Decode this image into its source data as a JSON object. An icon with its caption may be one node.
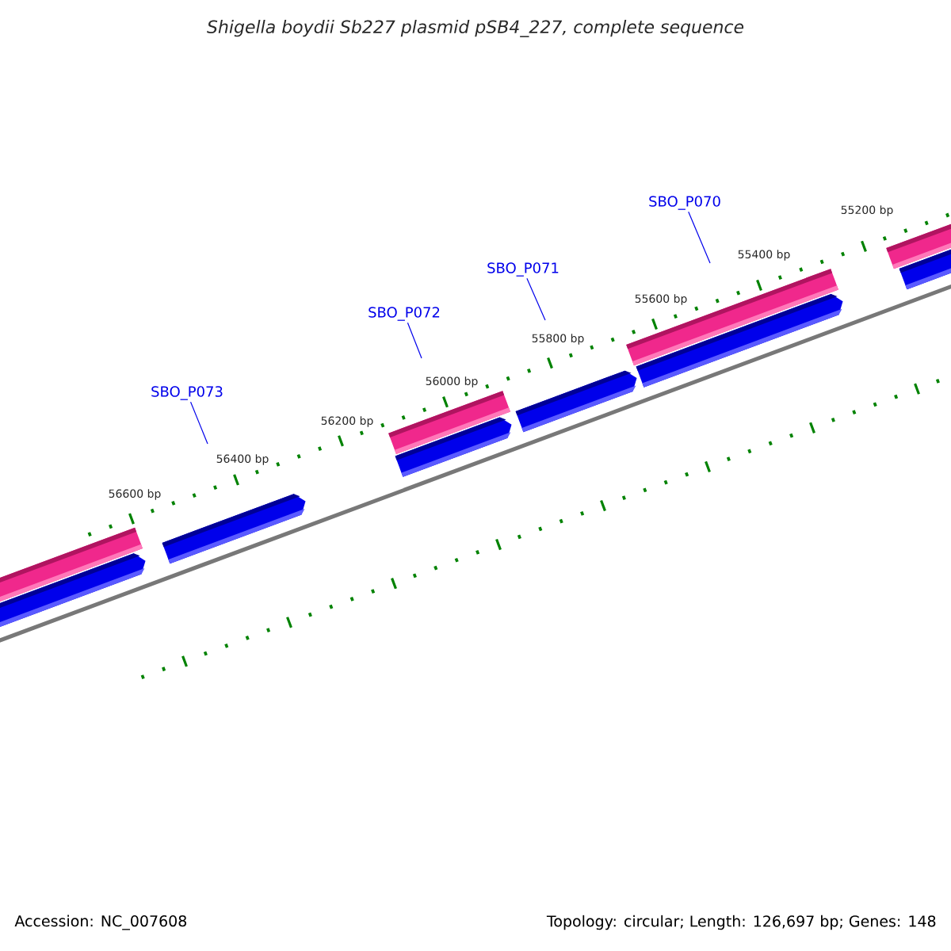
{
  "diagram": {
    "title": "Shigella boydii Sb227 plasmid pSB4_227, complete sequence",
    "nodes": [
      {
        "text": [
          "SBO_P070"
        ]
      },
      {
        "text": [
          "SBO_P071"
        ]
      },
      {
        "text": [
          "SBO_P072"
        ]
      },
      {
        "text": [
          "SBO_P073"
        ]
      }
    ],
    "edges": [
      {
        "from": 0,
        "to": null,
        "arrow": "none"
      },
      {
        "from": 1,
        "to": null,
        "arrow": "none"
      },
      {
        "from": 2,
        "to": null,
        "arrow": "none"
      },
      {
        "from": 3,
        "to": null,
        "arrow": "none"
      }
    ],
    "labels": [
      "55200 bp",
      "55400 bp",
      "55600 bp",
      "55800 bp",
      "56000 bp",
      "56200 bp",
      "56400 bp",
      "56600 bp",
      "Accession: NC_007608",
      "Topology: circular; Length: 126,697 bp; Genes: 148"
    ]
  }
}
